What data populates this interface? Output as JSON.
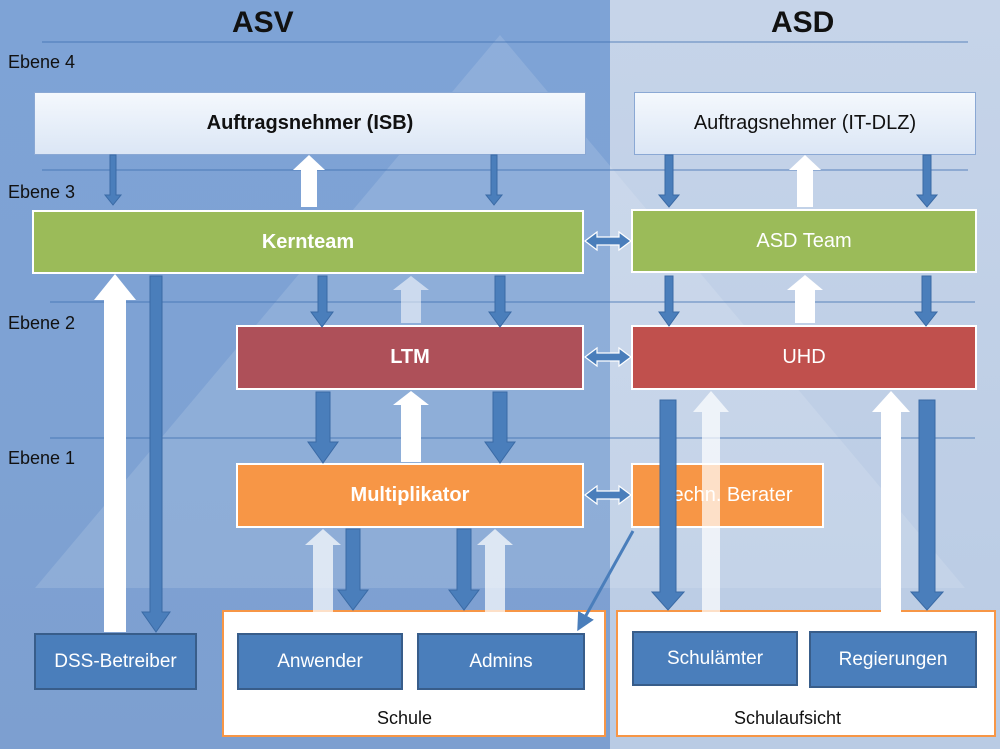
{
  "columns": {
    "left": "ASV",
    "right": "ASD"
  },
  "levels": {
    "e4": "Ebene 4",
    "e3": "Ebene 3",
    "e2": "Ebene 2",
    "e1": "Ebene 1"
  },
  "boxes": {
    "auftrag_isb": "Auftragsnehmer (ISB)",
    "auftrag_itdlz": "Auftragsnehmer (IT-DLZ)",
    "kernteam": "Kernteam",
    "asd_team": "ASD Team",
    "ltm": "LTM",
    "uhd": "UHD",
    "multiplikator": "Multiplikator",
    "techn_berater": "Techn. Berater",
    "dss_betreiber": "DSS-Betreiber",
    "anwender": "Anwender",
    "admins": "Admins",
    "schulaemter": "Schulämter",
    "regierungen": "Regierungen"
  },
  "groups": {
    "schule": "Schule",
    "schulaufsicht": "Schulaufsicht"
  },
  "colors": {
    "asv_bg": "#7ea3d6",
    "asd_bg": "#c6d4e9",
    "green": "#9bbb59",
    "red_left": "#ae5059",
    "red_right": "#c0504d",
    "orange": "#f79646",
    "blue": "#4a7ebb",
    "arrow_white": "#ffffff"
  }
}
